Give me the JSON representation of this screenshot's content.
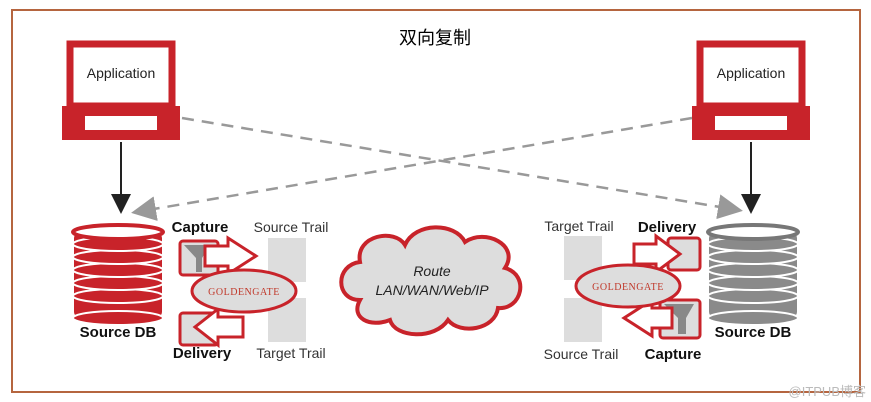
{
  "title": "双向复制",
  "left": {
    "app": "Application",
    "db": "Source DB",
    "capture": "Capture",
    "delivery": "Delivery",
    "source_trail": "Source Trail",
    "target_trail": "Target Trail",
    "logo": "GOLDENGATE"
  },
  "right": {
    "app": "Application",
    "db": "Source DB",
    "capture": "Capture",
    "delivery": "Delivery",
    "source_trail": "Source Trail",
    "target_trail": "Target Trail",
    "logo": "GOLDENGATE"
  },
  "cloud": {
    "line1": "Route",
    "line2": "LAN/WAN/Web/IP"
  },
  "watermark": "@ITPUB博客",
  "colors": {
    "red": "#c8232a",
    "grey": "#8a8a8a",
    "frame": "#b5653f"
  }
}
